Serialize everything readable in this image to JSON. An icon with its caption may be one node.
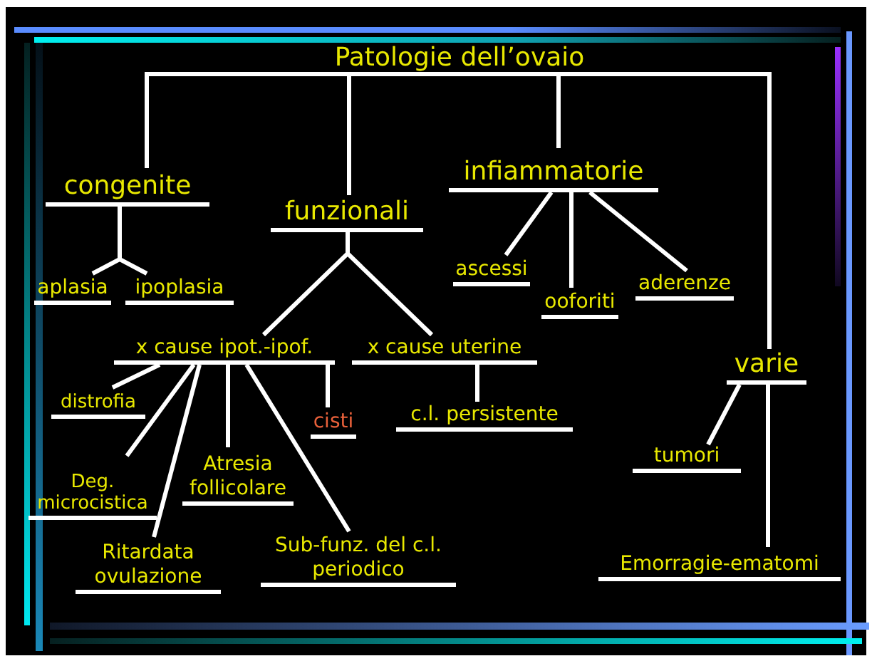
{
  "diagram": {
    "nodes": [
      {
        "text": [
          "Patologie dell’ovaio"
        ]
      },
      {
        "text": [
          "congenite"
        ]
      },
      {
        "text": [
          "funzionali"
        ]
      },
      {
        "text": [
          "infiammatorie"
        ]
      },
      {
        "text": [
          "aplasia"
        ]
      },
      {
        "text": [
          "ipoplasia"
        ]
      },
      {
        "text": [
          "ascessi"
        ]
      },
      {
        "text": [
          "ooforiti"
        ]
      },
      {
        "text": [
          "aderenze"
        ]
      },
      {
        "text": [
          "x cause ipot.-ipof."
        ]
      },
      {
        "text": [
          "x cause uterine"
        ]
      },
      {
        "text": [
          "varie"
        ]
      },
      {
        "text": [
          "distrofia"
        ]
      },
      {
        "text": [
          "cisti"
        ]
      },
      {
        "text": [
          "c.l. persistente"
        ]
      },
      {
        "text": [
          "Deg. microcistica"
        ]
      },
      {
        "text": [
          "Atresia follicolare"
        ]
      },
      {
        "text": [
          "tumori"
        ]
      },
      {
        "text": [
          "Ritardata ovulazione"
        ]
      },
      {
        "text": [
          "Sub-funz. del c.l. periodico"
        ]
      },
      {
        "text": [
          "Emorragie-ematomi"
        ]
      }
    ],
    "edges": [
      {
        "from": 0,
        "to": 1,
        "arrow": "none"
      },
      {
        "from": 0,
        "to": 2,
        "arrow": "none"
      },
      {
        "from": 0,
        "to": 3,
        "arrow": "none"
      },
      {
        "from": 0,
        "to": 11,
        "arrow": "none"
      },
      {
        "from": 1,
        "to": 4,
        "arrow": "none"
      },
      {
        "from": 1,
        "to": 5,
        "arrow": "none"
      },
      {
        "from": 2,
        "to": 9,
        "arrow": "none"
      },
      {
        "from": 2,
        "to": 10,
        "arrow": "none"
      },
      {
        "from": 3,
        "to": 6,
        "arrow": "none"
      },
      {
        "from": 3,
        "to": 7,
        "arrow": "none"
      },
      {
        "from": 3,
        "to": 8,
        "arrow": "none"
      },
      {
        "from": 9,
        "to": 12,
        "arrow": "none"
      },
      {
        "from": 9,
        "to": 15,
        "arrow": "none"
      },
      {
        "from": 9,
        "to": 18,
        "arrow": "none"
      },
      {
        "from": 9,
        "to": 16,
        "arrow": "none"
      },
      {
        "from": 9,
        "to": 19,
        "arrow": "none"
      },
      {
        "from": 9,
        "to": 13,
        "arrow": "none"
      },
      {
        "from": 10,
        "to": 14,
        "arrow": "none"
      },
      {
        "from": 11,
        "to": 17,
        "arrow": "none"
      },
      {
        "from": 11,
        "to": 20,
        "arrow": "none"
      }
    ]
  }
}
